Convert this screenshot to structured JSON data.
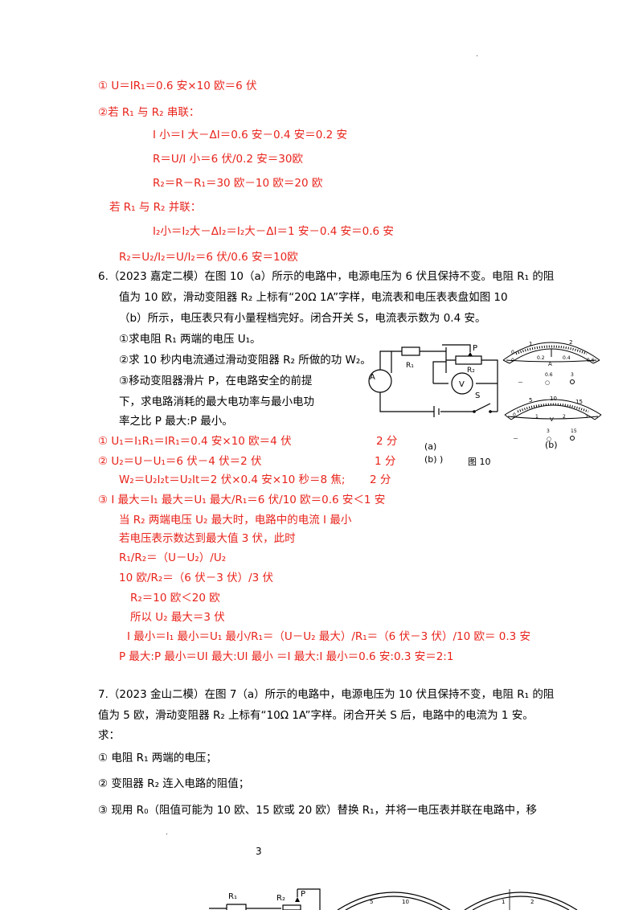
{
  "header_mark": ".",
  "prev_solution": {
    "l1": "① U＝IR₁＝0.6 安×10 欧＝6 伏",
    "l2": "②若 R₁ 与 R₂ 串联：",
    "l3": "I 小＝I 大－ΔI＝0.6 安－0.4 安＝0.2 安",
    "l4": "R＝U/I 小＝6 伏/0.2 安＝30欧",
    "l5": "R₂＝R－R₁＝30 欧－10 欧＝20 欧",
    "l6": "若 R₁ 与 R₂ 并联：",
    "l7": "I₂小＝I₂大－ΔI₂＝I₂大－ΔI＝1 安－0.4 安＝0.6 安",
    "l8": "R₂＝U₂/I₂＝U/I₂＝6 伏/0.6 安＝10欧"
  },
  "q6": {
    "l1": "6.（2023 嘉定二模）在图 10（a）所示的电路中，电源电压为 6 伏且保持不变。电阻 R₁ 的阻",
    "l2": "值为 10 欧，滑动变阻器 R₂ 上标有“20Ω    1A”字样，电流表和电压表表盘如图 10",
    "l3": "（b）所示，电压表只有小量程档完好。闭合开关 S，电流表示数为 0.4 安。",
    "s1": "①求电阻 R₁ 两端的电压 U₁。",
    "s2": "②求 10 秒内电流通过滑动变阻器 R₂ 所做的功 W₂。",
    "s3a": "③移动变阻器滑片 P，在电路安全的前提",
    "s3b": "下，求电路消耗的最大电功率与最小电功",
    "s3c": "率之比 P 最大:P 最小。",
    "fig_a": "(a)",
    "fig_b": "(b)  )",
    "fig_label": "图 10",
    "fig_b2": "(b)",
    "circuit": {
      "r1": "R₁",
      "r2": "R₂",
      "p": "P",
      "a": "A",
      "v": "V",
      "s": "S"
    },
    "meterA": {
      "t1": "1",
      "t2": "2",
      "t3": "0.2",
      "t4": "0.4",
      "t5": "0.6",
      "t6": "0",
      "t7": "0",
      "unit": "A",
      "term1": "0.6",
      "term2": "3",
      "sym1": "－",
      "sym2": "○"
    },
    "meterV": {
      "t1": "5",
      "t2": "10",
      "t3": "15",
      "t4": "1",
      "t5": "2",
      "t6": "3",
      "t7": "0",
      "unit": "V",
      "term1": "3",
      "term2": "15",
      "sym1": "－",
      "sym2": "○"
    }
  },
  "q6_answer": {
    "a1": "①    U₁＝I₁R₁＝IR₁＝0.4 安×10 欧＝4 伏",
    "a1s": "2 分",
    "a2": "②    U₂＝U－U₁＝6 伏－4 伏＝2 伏",
    "a2s": "1 分",
    "a3": "W₂＝U₂I₂t＝U₂It＝2 伏×0.4 安×10 秒＝8 焦;",
    "a3s": "2 分",
    "a4": "③    I 最大＝I₁ 最大＝U₁ 最大/R₁＝6 伏/10 欧＝0.6 安＜1 安",
    "a5": "当 R₂ 两端电压 U₂ 最大时，电路中的电流 I 最小",
    "a6": "若电压表示数达到最大值 3 伏，此时",
    "a7": "R₁/R₂＝（U－U₂）/U₂",
    "a8": "10 欧/R₂＝（6 伏－3 伏）/3 伏",
    "a9": "R₂＝10 欧＜20 欧",
    "a10": "所以 U₂ 最大＝3 伏",
    "a11": "I 最小＝I₁ 最小＝U₁ 最小/R₁＝（U－U₂ 最大）/R₁＝（6 伏－3 伏）/10 欧＝  0.3 安",
    "a12": "P 最大:P 最小＝UI 最大:UI 最小  ＝I 最大:I 最小＝0.6 安:0.3 安＝2:1"
  },
  "q7": {
    "l1": "7.（2023 金山二模）在图 7（a）所示的电路中，电源电压为 10 伏且保持不变，电阻 R₁ 的阻",
    "l2": "值为 5 欧，滑动变阻器 R₂ 上标有“10Ω    1A”字样。闭合开关 S 后，电路中的电流为 1 安。",
    "l3": "求：",
    "s1": "①  电阻 R₁ 两端的电压；",
    "s2": "②  变阻器 R₂ 连入电路的阻值；",
    "s3": "③  现用 R₀（阻值可能为 10 欧、15 欧或 20 欧）替换 R₁，并将一电压表并联在电路中，移"
  },
  "footer_dot": ".",
  "page_number": "3",
  "next_fig": {
    "r1": "R₁",
    "r2": "R₂",
    "p": "P",
    "m1": "5",
    "m2": "10",
    "m3": "1",
    "m4": "2"
  }
}
